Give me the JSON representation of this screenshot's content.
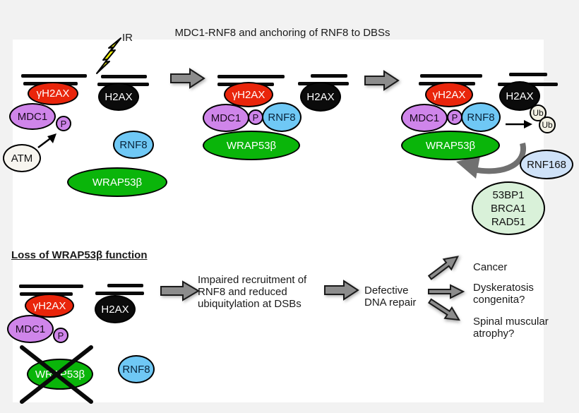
{
  "title": "MDC1-RNF8 and anchoring of RNF8 to DBSs",
  "ir_label": "IR",
  "molecules": {
    "gamma_h2ax": "γH2AX",
    "h2ax": "H2AX",
    "mdc1": "MDC1",
    "phospho": "P",
    "atm": "ATM",
    "rnf8": "RNF8",
    "wrap53b": "WRAP53β",
    "ub": "Ub",
    "rnf168": "RNF168",
    "factor1": "53BP1",
    "factor2": "BRCA1",
    "factor3": "RAD51"
  },
  "colors": {
    "gamma_h2ax_red": "#e9250b",
    "h2ax_black": "#0b0b0b",
    "mdc1_purple": "#cf85ea",
    "atm_cream": "#f7f5ef",
    "rnf8_blue": "#6fc8f5",
    "wrap53b_green": "#0ab50a",
    "ub_cream": "#f2f0e3",
    "rnf168_lightblue": "#cfe2f8",
    "factors_lightgreen": "#d9f1d9",
    "arrow_gray": "#8c8c8c",
    "lightning_yellow": "#f2f20c"
  },
  "bottom_section": {
    "heading": "Loss of WRAP53β function",
    "impaired_lines": [
      "Impaired recruitment of",
      "RNF8 and reduced",
      "ubiquitylation at DSBs"
    ],
    "defective_lines": [
      "Defective",
      "DNA repair"
    ],
    "outcome_cancer": "Cancer",
    "outcome_dc_lines": [
      "Dyskeratosis",
      "congenita?"
    ],
    "outcome_sma_lines": [
      "Spinal muscular",
      "atrophy?"
    ]
  }
}
